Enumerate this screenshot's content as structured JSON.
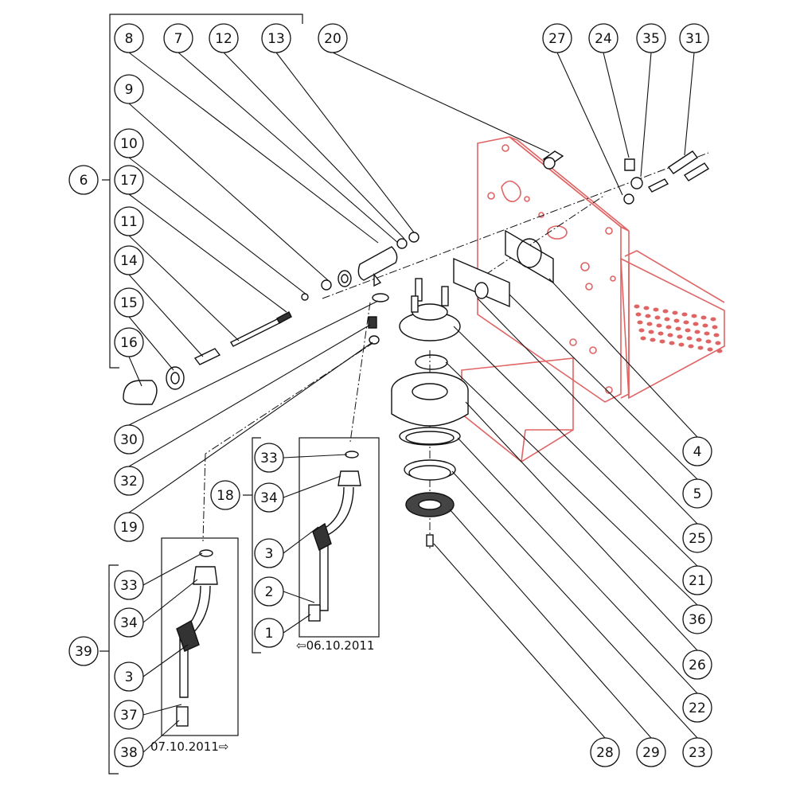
{
  "callouts": {
    "c1": "1",
    "c2": "2",
    "c3a": "3",
    "c3b": "3",
    "c4": "4",
    "c5": "5",
    "c6": "6",
    "c7": "7",
    "c8": "8",
    "c9": "9",
    "c10": "10",
    "c11": "11",
    "c12": "12",
    "c13": "13",
    "c14": "14",
    "c15": "15",
    "c16": "16",
    "c17": "17",
    "c18": "18",
    "c19": "19",
    "c20": "20",
    "c21": "21",
    "c22": "22",
    "c23": "23",
    "c24": "24",
    "c25": "25",
    "c26": "26",
    "c27": "27",
    "c28": "28",
    "c29": "29",
    "c30": "30",
    "c31": "31",
    "c32": "32",
    "c33a": "33",
    "c33b": "33",
    "c34a": "34",
    "c34b": "34",
    "c35": "35",
    "c36": "36",
    "c37": "37",
    "c38": "38",
    "c39": "39"
  },
  "dates": {
    "new_version": "⇦06.10.2011",
    "old_version": "07.10.2011⇨"
  },
  "colors": {
    "frame": "#e06464",
    "ink": "#111111"
  }
}
